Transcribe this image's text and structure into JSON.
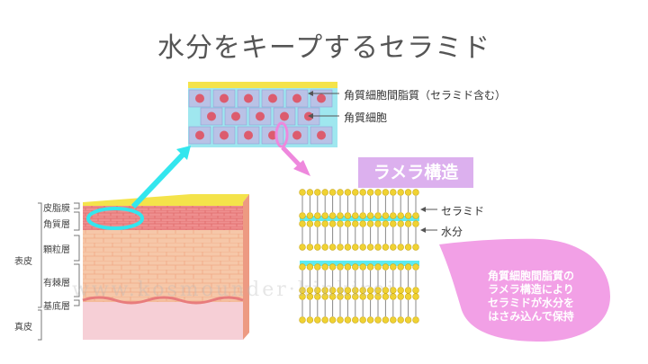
{
  "title": "水分をキープするセラミド",
  "top_labels": {
    "intercellular_lipid": "角質細胞間脂質（セラミド含む）",
    "corneocyte": "角質細胞"
  },
  "lamella": {
    "title": "ラメラ構造",
    "ceramide_label": "セラミド",
    "water_label": "水分"
  },
  "bubble": {
    "lines": [
      "角質細胞間脂質の",
      "ラメラ構造により",
      "セラミドが水分を",
      "はさみ込んで保持"
    ]
  },
  "skin_layers": {
    "sebum": "皮脂膜",
    "stratum_corneum": "角質層",
    "granular": "顆粒層",
    "spinous": "有棘層",
    "basal": "基底層",
    "epidermis": "表皮",
    "dermis": "真皮"
  },
  "watermark": "www.kosmounder·kinkirei",
  "colors": {
    "cyan": "#33e6ee",
    "pink_arrow": "#ee88dd",
    "cell_fill": "#b9c2e6",
    "cell_nucleus": "#dc5c6e",
    "lipid_head": "#f0d232",
    "bubble": "#f2a0e6",
    "lamella_box": "#dcb0ee"
  }
}
